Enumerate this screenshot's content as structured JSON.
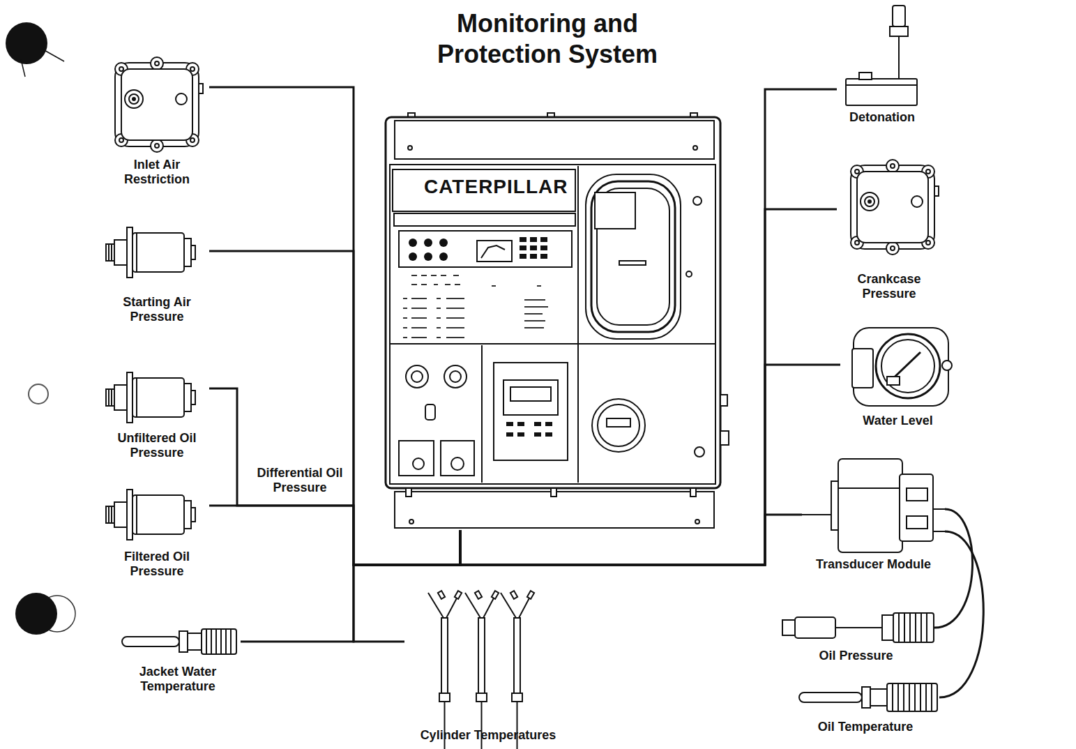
{
  "diagram": {
    "title": "Monitoring and Protection System",
    "nodes": [
      {
        "text": [
          "CATERPILLAR"
        ]
      },
      {
        "text": [
          "Inlet Air Restriction"
        ]
      },
      {
        "text": [
          "Starting Air Pressure"
        ]
      },
      {
        "text": [
          "Unfiltered Oil Pressure"
        ]
      },
      {
        "text": [
          "Filtered Oil Pressure"
        ]
      },
      {
        "text": [
          "Jacket Water Temperature"
        ]
      },
      {
        "text": [
          "Cylinder Temperatures"
        ]
      },
      {
        "text": [
          "Detonation"
        ]
      },
      {
        "text": [
          "Crankcase Pressure"
        ]
      },
      {
        "text": [
          "Water Level"
        ]
      },
      {
        "text": [
          "Transducer Module"
        ]
      },
      {
        "text": [
          "Oil Pressure"
        ]
      },
      {
        "text": [
          "Oil Temperature"
        ]
      }
    ],
    "edges": [
      {
        "from": 1,
        "to": 0,
        "arrow": "none"
      },
      {
        "from": 2,
        "to": 0,
        "arrow": "none"
      },
      {
        "from": 3,
        "to": 0,
        "label": "Differential Oil Pressure",
        "arrow": "none"
      },
      {
        "from": 4,
        "to": 0,
        "arrow": "none"
      },
      {
        "from": 5,
        "to": 0,
        "arrow": "none"
      },
      {
        "from": 6,
        "to": 0,
        "arrow": "none"
      },
      {
        "from": 7,
        "to": 0,
        "arrow": "none"
      },
      {
        "from": 8,
        "to": 0,
        "arrow": "none"
      },
      {
        "from": 9,
        "to": 0,
        "arrow": "none"
      },
      {
        "from": 10,
        "to": 0,
        "arrow": "none"
      },
      {
        "from": 11,
        "to": 10,
        "arrow": "none"
      },
      {
        "from": 12,
        "to": 10,
        "arrow": "none"
      }
    ]
  }
}
